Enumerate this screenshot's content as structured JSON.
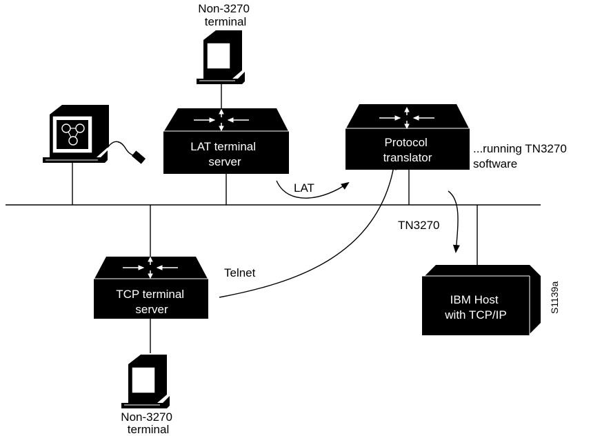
{
  "labels": {
    "top_terminal": [
      "Non-3270",
      "terminal"
    ],
    "bottom_terminal": [
      "Non-3270",
      "terminal"
    ],
    "lat_server": [
      "LAT terminal",
      "server"
    ],
    "protocol_translator": [
      "Protocol",
      "translator"
    ],
    "running_note": [
      "...running TN3270",
      "software"
    ],
    "tcp_server": [
      "TCP terminal",
      "server"
    ],
    "ibm_host": [
      "IBM Host",
      "with TCP/IP"
    ],
    "lat_flow": "LAT",
    "telnet_flow": "Telnet",
    "tn3270_flow": "TN3270",
    "figure_id": "S1139a"
  },
  "icons": {
    "router": "router-arrows-icon",
    "terminal": "terminal-icon",
    "workstation": "workstation-icon",
    "mouse": "mouse-icon"
  },
  "colors": {
    "device_fill": "#000000",
    "device_text": "#ffffff",
    "line": "#000000",
    "background": "#ffffff"
  }
}
